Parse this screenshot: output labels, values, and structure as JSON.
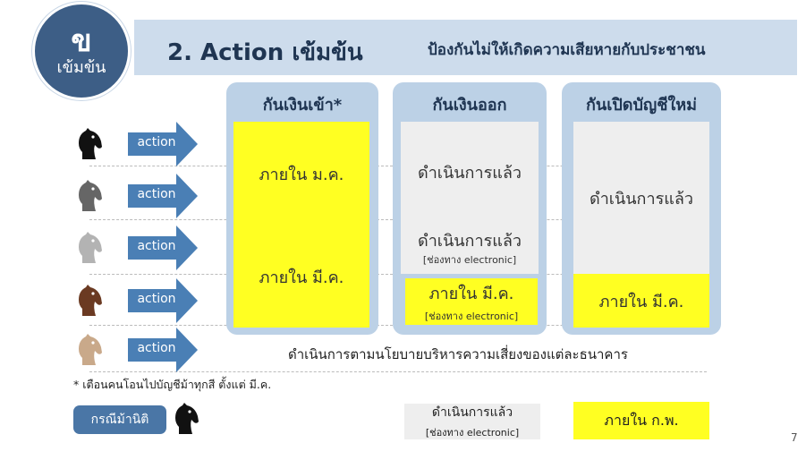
{
  "logo": {
    "letter": "ข",
    "word": "เข้มข้น",
    "bg_color": "#3d5e86"
  },
  "header": {
    "title": "2. Action เข้มข้น",
    "subtitle": "ป้องกันไม่ให้เกิดความเสียหายกับประชาชน",
    "bar_color": "#cddcec"
  },
  "columns": [
    {
      "heading": "กันเงินเข้า*",
      "cells": [
        {
          "text": "ภายใน ม.ค.",
          "note": "",
          "color": "yellow"
        },
        {
          "text": "ภายใน มี.ค.",
          "note": "",
          "color": "yellow"
        }
      ]
    },
    {
      "heading": "กันเงินออก",
      "cells": [
        {
          "text": "ดำเนินการแล้ว",
          "note": "",
          "color": "grey"
        },
        {
          "text": "ดำเนินการแล้ว",
          "note": "[ช่องทาง electronic]",
          "color": "grey"
        },
        {
          "text": "ภายใน มี.ค.",
          "note": "[ช่องทาง electronic]",
          "color": "yellow"
        }
      ]
    },
    {
      "heading": "กันเปิดบัญชีใหม่",
      "cells": [
        {
          "text": "ดำเนินการแล้ว",
          "note": "",
          "color": "grey"
        },
        {
          "text": "ภายใน มี.ค.",
          "note": "",
          "color": "yellow"
        }
      ]
    }
  ],
  "rows": [
    {
      "horse": "black-horse-icon",
      "horse_color": "#111111",
      "action_label": "action"
    },
    {
      "horse": "dark-grey-horse-icon",
      "horse_color": "#666666",
      "action_label": "action"
    },
    {
      "horse": "light-grey-horse-icon",
      "horse_color": "#b3b3b3",
      "action_label": "action"
    },
    {
      "horse": "brown-horse-icon",
      "horse_color": "#6b3a22",
      "action_label": "action"
    },
    {
      "horse": "beige-horse-icon",
      "horse_color": "#c9a98a",
      "action_label": "action"
    }
  ],
  "policy_text": "ดำเนินการตามนโยบายบริหารความเสี่ยงของแต่ละธนาคาร",
  "note": "* เตือนคนโอนไปบัญชีม้าทุกสี ตั้งแต่ มี.ค.",
  "legend": {
    "nominee_label": "กรณีม้านิติ",
    "done_text": "ดำเนินการแล้ว",
    "done_note": "[ช่องทาง electronic]",
    "deadline_text": "ภายใน ก.พ."
  },
  "page_number": "7",
  "colors": {
    "accent": "#3d5e86",
    "yellow": "#ffff22",
    "grey": "#eeeeee",
    "panel": "#bcd1e6",
    "arrow": "#4a7fb5"
  }
}
